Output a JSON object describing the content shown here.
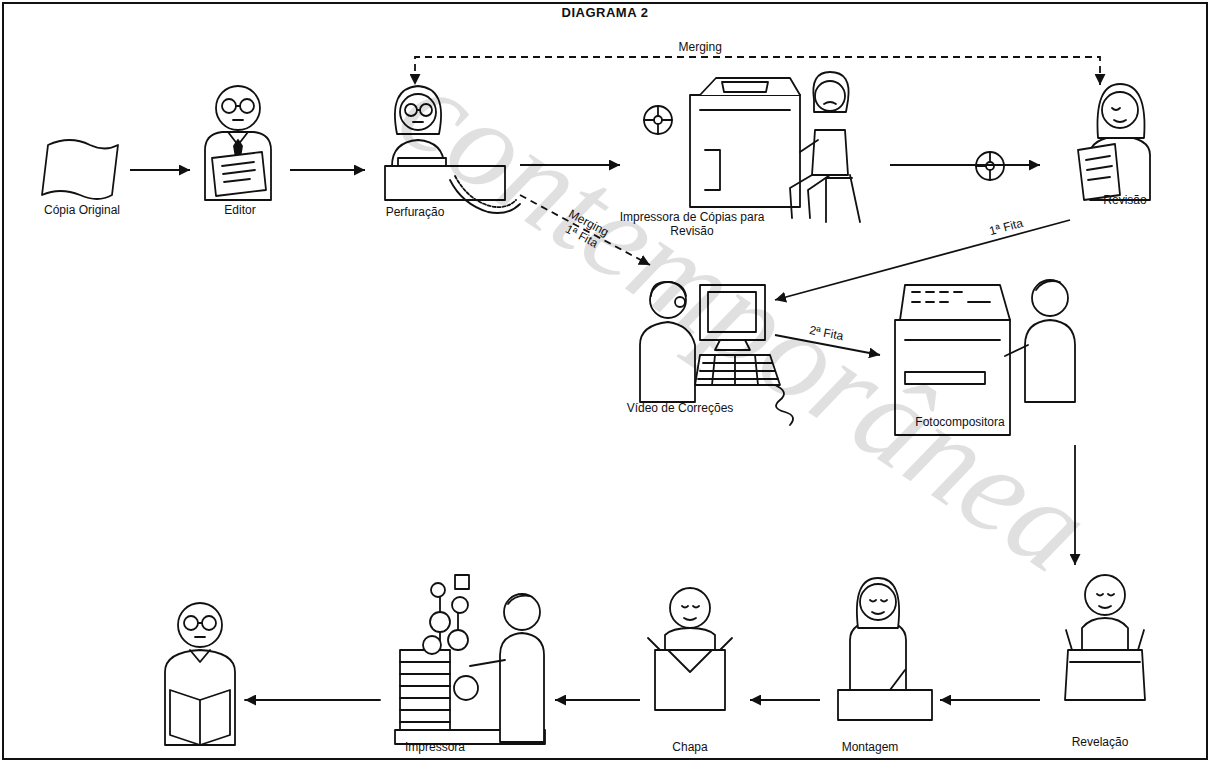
{
  "diagram": {
    "title": "DIAGRAMA 2",
    "nodes": [
      {
        "text": [
          "Cópia Original"
        ]
      },
      {
        "text": [
          "Editor"
        ]
      },
      {
        "text": [
          "Perfuração"
        ]
      },
      {
        "text": [
          "Impressora de Cópias para Revisão"
        ]
      },
      {
        "text": [
          "Revisão"
        ]
      },
      {
        "text": [
          "Vídeo de Correções"
        ]
      },
      {
        "text": [
          "Fotocompositora"
        ]
      },
      {
        "text": [
          "Revelação"
        ]
      },
      {
        "text": [
          "Montagem"
        ]
      },
      {
        "text": [
          "Chapa"
        ]
      },
      {
        "text": [
          "Impressora"
        ]
      }
    ],
    "edges": [
      {
        "from": 0,
        "to": 1,
        "arrow": "to"
      },
      {
        "from": 1,
        "to": 2,
        "arrow": "to"
      },
      {
        "from": 2,
        "to": 3,
        "arrow": "to"
      },
      {
        "from": 3,
        "to": 4,
        "arrow": "to"
      },
      {
        "from": 4,
        "to": 2,
        "label": "Merging",
        "arrow": "both"
      },
      {
        "from": 2,
        "to": 5,
        "label": "Merging 1ª Fita",
        "arrow": "to"
      },
      {
        "from": 4,
        "to": 5,
        "label": "1ª Fita",
        "arrow": "to"
      },
      {
        "from": 5,
        "to": 6,
        "label": "2ª Fita",
        "arrow": "to"
      },
      {
        "from": 6,
        "to": 7,
        "arrow": "to"
      },
      {
        "from": 7,
        "to": 8,
        "arrow": "to"
      },
      {
        "from": 8,
        "to": 9,
        "arrow": "to"
      },
      {
        "from": 9,
        "to": 10,
        "arrow": "to"
      }
    ],
    "labels": [
      "contemporânea"
    ]
  }
}
